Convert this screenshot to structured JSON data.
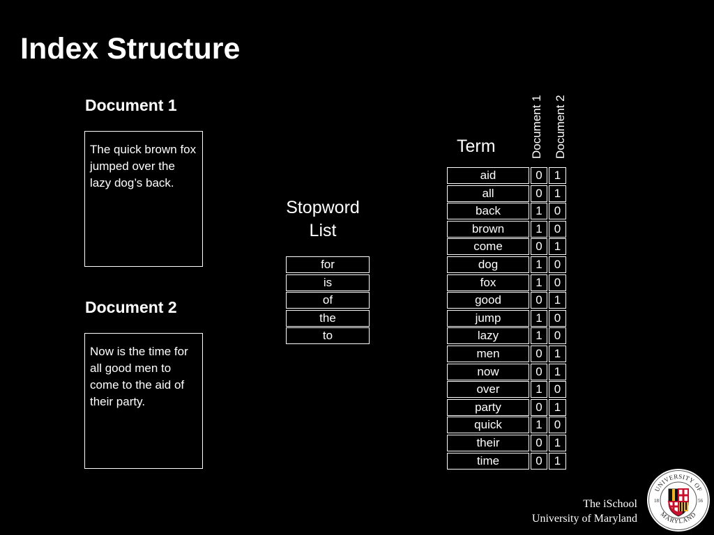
{
  "title": "Index Structure",
  "documents": [
    {
      "heading": "Document 1",
      "text": "The quick brown fox jumped over the lazy dog’s back."
    },
    {
      "heading": "Document 2",
      "text": "Now is the time for all good men to come to the aid of their party."
    }
  ],
  "stopword_list": {
    "heading": "Stopword List",
    "words": [
      "for",
      "is",
      "of",
      "the",
      "to"
    ]
  },
  "index_table": {
    "term_heading": "Term",
    "column_headings": [
      "Document 1",
      "Document 2"
    ],
    "rows": [
      {
        "term": "aid",
        "doc1": "0",
        "doc2": "1"
      },
      {
        "term": "all",
        "doc1": "0",
        "doc2": "1"
      },
      {
        "term": "back",
        "doc1": "1",
        "doc2": "0"
      },
      {
        "term": "brown",
        "doc1": "1",
        "doc2": "0"
      },
      {
        "term": "come",
        "doc1": "0",
        "doc2": "1"
      },
      {
        "term": "dog",
        "doc1": "1",
        "doc2": "0"
      },
      {
        "term": "fox",
        "doc1": "1",
        "doc2": "0"
      },
      {
        "term": "good",
        "doc1": "0",
        "doc2": "1"
      },
      {
        "term": "jump",
        "doc1": "1",
        "doc2": "0"
      },
      {
        "term": "lazy",
        "doc1": "1",
        "doc2": "0"
      },
      {
        "term": "men",
        "doc1": "0",
        "doc2": "1"
      },
      {
        "term": "now",
        "doc1": "0",
        "doc2": "1"
      },
      {
        "term": "over",
        "doc1": "1",
        "doc2": "0"
      },
      {
        "term": "party",
        "doc1": "0",
        "doc2": "1"
      },
      {
        "term": "quick",
        "doc1": "1",
        "doc2": "0"
      },
      {
        "term": "their",
        "doc1": "0",
        "doc2": "1"
      },
      {
        "term": "time",
        "doc1": "0",
        "doc2": "1"
      }
    ]
  },
  "footer": {
    "line1": "The iSchool",
    "line2": "University of Maryland"
  },
  "seal": {
    "icon": "university-of-maryland-seal",
    "text_top": "UNIVERSITY OF",
    "text_bottom": "MARYLAND",
    "year_left": "18",
    "year_right": "56"
  },
  "colors": {
    "background": "#000000",
    "foreground": "#ffffff",
    "seal_red": "#c8102e",
    "seal_gold": "#f0b323"
  }
}
